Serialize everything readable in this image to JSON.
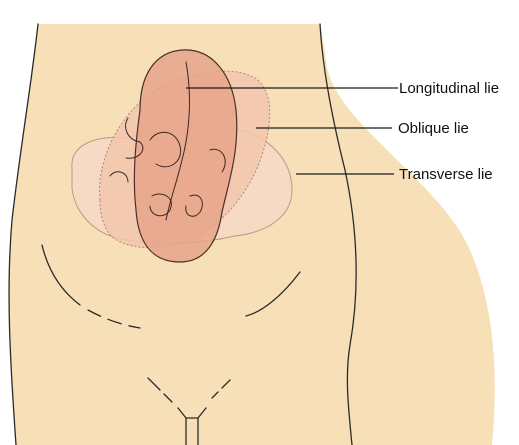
{
  "diagram": {
    "labels": {
      "longitudinal": "Longitudinal lie",
      "oblique": "Oblique lie",
      "transverse": "Transverse lie"
    },
    "colors": {
      "skin": "#f7dfb8",
      "transverse_fill": "#f6d9c4",
      "oblique_fill": "#f2c7ad",
      "longitudinal_fill": "#e6a48a",
      "outline": "#2b2b2b"
    }
  }
}
